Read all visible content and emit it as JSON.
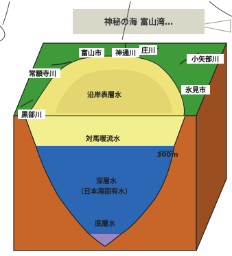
{
  "banner": {
    "title": "神秘の海 富山湾…"
  },
  "places": {
    "toyama_city": "富山市",
    "jinzu_river": "神通川",
    "sho_river": "庄川",
    "oyabe_river": "小矢部川",
    "joganji_river": "常願寺川",
    "himi_city": "氷見市",
    "kurobe_river": "黒部川"
  },
  "zones": {
    "coastal_surface": "沿岸表層水",
    "tsushima_current": "対馬暖流水",
    "depth_marker": "300m",
    "deep_water_line1": "深層水",
    "deep_water_line2": "（日本海固有水）",
    "bottom_water": "底層水"
  },
  "colors": {
    "land_green": "#3f9b3a",
    "coastal_yellow": "#efe47a",
    "warm_current": "#f2ef8e",
    "deep_blue": "#2b67b5",
    "bottom_purple": "#9a86c2",
    "block_brown": "#c8662a",
    "block_side": "#9b4e1f",
    "banner_gray": "#d9d7c8"
  }
}
